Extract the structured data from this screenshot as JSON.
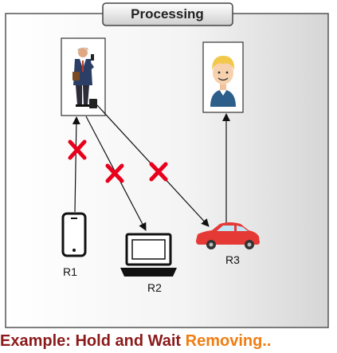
{
  "diagram": {
    "title": "Processing",
    "resources": [
      "R1",
      "R2",
      "R3"
    ]
  },
  "caption": {
    "part1": "Example: Hold and Wait ",
    "part2": "Removing.."
  },
  "colors": {
    "cross": "#e8001c",
    "caption_dark": "#8b1a1a",
    "caption_accent": "#f07d12",
    "car": "#e53935"
  }
}
